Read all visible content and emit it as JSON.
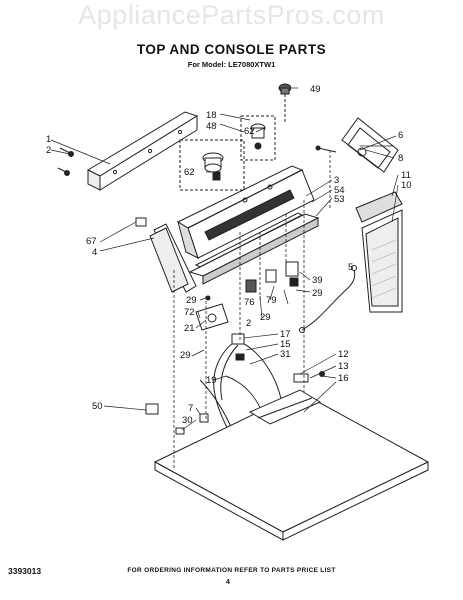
{
  "watermark": "AppliancePartsPros.com",
  "title": "TOP AND CONSOLE PARTS",
  "subtitle": "For Model: LE7080XTW1",
  "footer": {
    "doc_number": "3393013",
    "ordering_note": "FOR ORDERING INFORMATION REFER TO PARTS PRICE LIST",
    "page_number": "4"
  },
  "callouts": [
    "1",
    "2",
    "18",
    "48",
    "62",
    "49",
    "6",
    "8",
    "62",
    "3",
    "54",
    "53",
    "11",
    "10",
    "67",
    "4",
    "39",
    "29",
    "5",
    "29",
    "72",
    "76",
    "2",
    "79",
    "29",
    "21",
    "17",
    "15",
    "29",
    "31",
    "12",
    "13",
    "16",
    "19",
    "50",
    "7",
    "30"
  ]
}
